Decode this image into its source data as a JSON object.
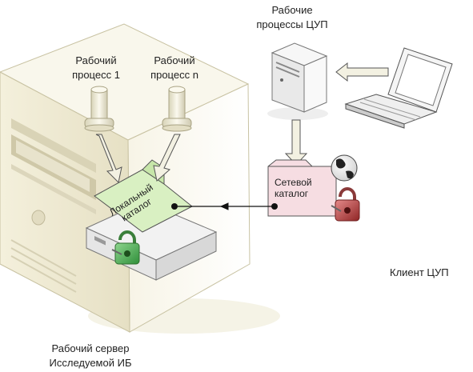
{
  "labels": {
    "worker1": [
      "Рабочий",
      "процесс 1"
    ],
    "workerN": [
      "Рабочий",
      "процесс n"
    ],
    "cupWorkers": [
      "Рабочие",
      "процессы ЦУП"
    ],
    "localCatalog": [
      "Локальный",
      "каталог"
    ],
    "networkCatalog": [
      "Сетевой",
      "каталог"
    ],
    "client": "Клиент ЦУП",
    "server": [
      "Рабочий сервер",
      "Исследуемой ИБ"
    ]
  },
  "colors": {
    "local_folder": "#d9f0c2",
    "network_folder": "#f6dde2",
    "lock_green": "#4aa84a",
    "lock_red": "#b23a3a",
    "arrow": "#e7e7d4"
  },
  "icons": [
    "server-tower-icon",
    "worker-process-icon",
    "small-server-icon",
    "laptop-icon",
    "globe-icon",
    "lock-icon",
    "drive-icon",
    "folder-icon"
  ]
}
